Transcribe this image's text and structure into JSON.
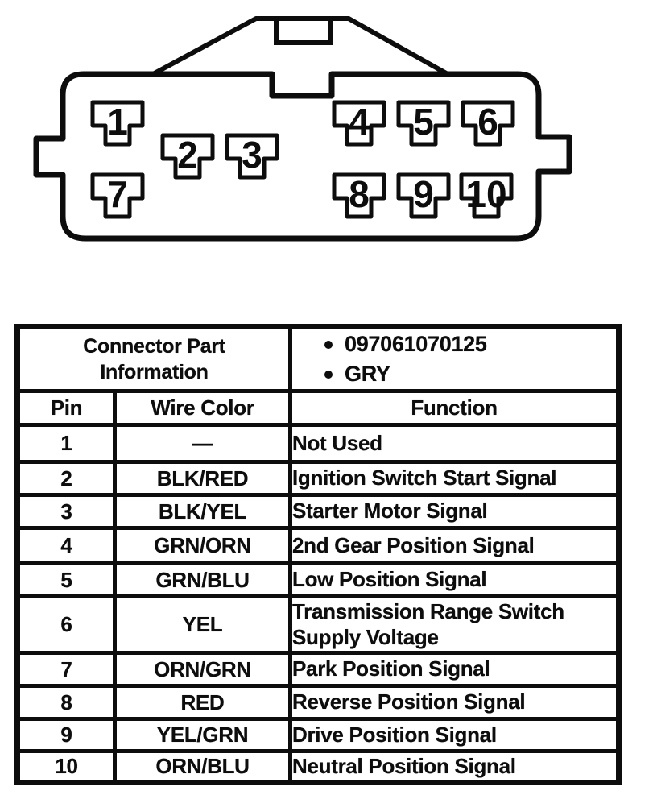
{
  "connector": {
    "pin_labels": [
      "1",
      "2",
      "3",
      "4",
      "5",
      "6",
      "7",
      "8",
      "9",
      "10"
    ]
  },
  "table": {
    "part_info_header": "Connector Part Information",
    "part_info_items": [
      "097061070125",
      "GRY"
    ],
    "columns": {
      "pin": "Pin",
      "wire_color": "Wire Color",
      "function": "Function"
    },
    "rows": [
      {
        "pin": "1",
        "wire_color": "—",
        "function": "Not Used"
      },
      {
        "pin": "2",
        "wire_color": "BLK/RED",
        "function": "Ignition Switch Start Signal"
      },
      {
        "pin": "3",
        "wire_color": "BLK/YEL",
        "function": "Starter Motor Signal"
      },
      {
        "pin": "4",
        "wire_color": "GRN/ORN",
        "function": "2nd Gear Position Signal"
      },
      {
        "pin": "5",
        "wire_color": "GRN/BLU",
        "function": "Low Position Signal"
      },
      {
        "pin": "6",
        "wire_color": "YEL",
        "function": "Transmission Range Switch Supply Voltage"
      },
      {
        "pin": "7",
        "wire_color": "ORN/GRN",
        "function": "Park Position Signal"
      },
      {
        "pin": "8",
        "wire_color": "RED",
        "function": "Reverse Position Signal"
      },
      {
        "pin": "9",
        "wire_color": "YEL/GRN",
        "function": "Drive Position Signal"
      },
      {
        "pin": "10",
        "wire_color": "ORN/BLU",
        "function": "Neutral Position Signal"
      }
    ]
  },
  "colors": {
    "ink": "#0d0d0d",
    "paper": "#ffffff"
  }
}
